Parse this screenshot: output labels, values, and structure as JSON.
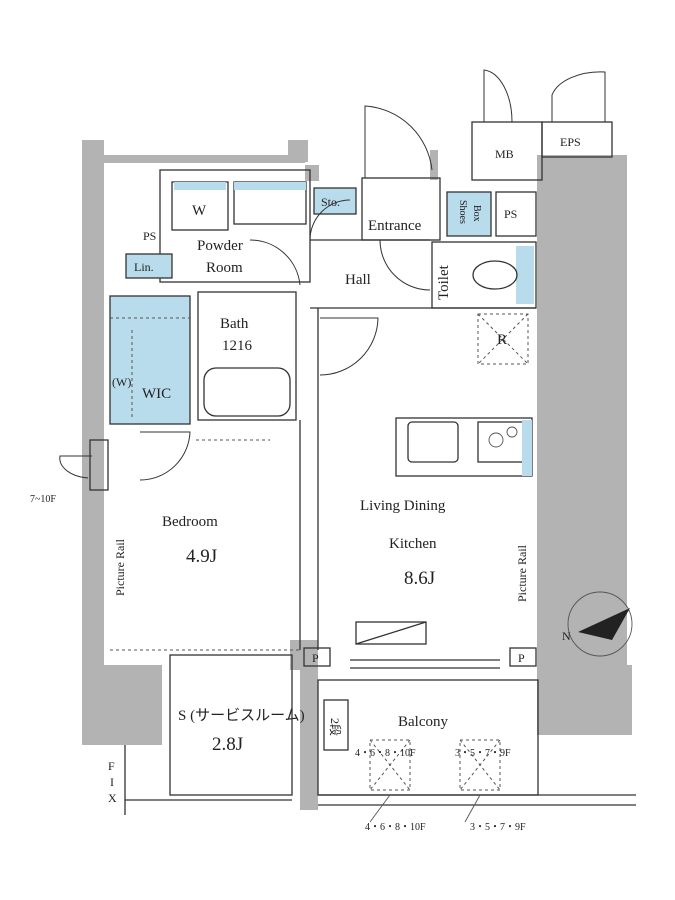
{
  "rooms": {
    "mb": "MB",
    "eps": "EPS",
    "storage": "Sto.",
    "entrance": "Entrance",
    "shoes_box_1": "Shoes",
    "shoes_box_2": "Box",
    "ps_entrance": "PS",
    "ps_powder": "PS",
    "washer": "W",
    "powder_room_1": "Powder",
    "powder_room_2": "Room",
    "linen": "Lin.",
    "hall": "Hall",
    "toilet": "Toilet",
    "bath": "Bath",
    "bath_size": "1216",
    "refrigerator": "R",
    "wic_w": "(W)",
    "wic": "WIC",
    "bedroom": "Bedroom",
    "bedroom_size": "4.9J",
    "ldk_1": "Living Dining",
    "ldk_2": "Kitchen",
    "ldk_size": "8.6J",
    "picture_rail_left": "Picture Rail",
    "picture_rail_right": "Picture Rail",
    "service_room": "S (サービスルーム)",
    "service_room_size": "2.8J",
    "balcony": "Balcony",
    "step_ladder": "2段",
    "pillar_left": "P",
    "pillar_right": "P",
    "fix_f": "F",
    "fix_i": "I",
    "fix_x": "X",
    "window_floor_note": "7~10F",
    "balcony_note_left_top": "4・6・8・10F",
    "balcony_note_right_top": "3・5・7・9F",
    "balcony_note_left_bottom": "4・6・8・10F",
    "balcony_note_right_bottom": "3・5・7・9F",
    "compass_n": "N"
  },
  "colors": {
    "wall": "#b3b3b3",
    "fixture_blue": "#b9dced",
    "line": "#333333"
  }
}
